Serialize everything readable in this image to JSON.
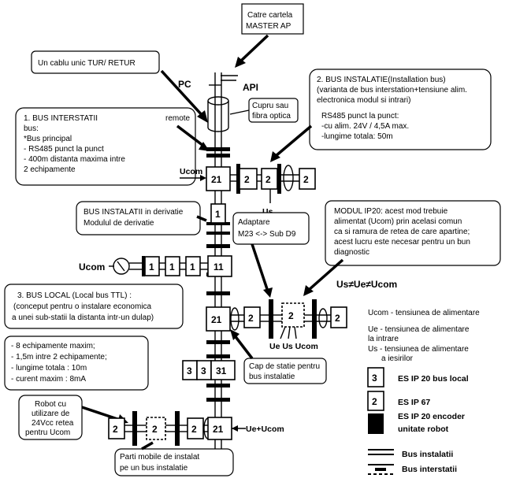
{
  "callouts": {
    "master": [
      "Catre cartela",
      "MASTER  AP"
    ],
    "cable": "Un cablu unic TUR/ RETUR",
    "bus_interstatii": [
      "1. BUS INTERSTATII",
      "remote",
      "bus:",
      "*Bus principal",
      "- RS485 punct la punct",
      "- 400m distanta maxima intre",
      "2 echipamente"
    ],
    "bus_instalatie": [
      "2. BUS INSTALATIE(Installation bus)",
      "(varianta de bus interstation+tensiune alim.",
      "electronica modul si intrari)",
      "RS485 punct la punct:",
      "-cu alim. 24V / 4,5A max.",
      "-lungime totala: 50m"
    ],
    "cupru": [
      "Cupru sau",
      "fibra optica"
    ],
    "derivatie": [
      "BUS INSTALATII in derivatie",
      "Modulul de derivatie"
    ],
    "adaptare": [
      "Adaptare",
      "M23 <-> Sub D9"
    ],
    "modul_ip20": [
      "MODUL IP20: acest mod trebuie",
      "alimentat (Ucom) prin acelasi comun",
      "ca si ramura de retea de care apartine;",
      "acest lucru este necesar pentru un bun",
      "diagnostic"
    ],
    "bus_local": [
      "3. BUS LOCAL (Local bus TTL) :",
      "(conceput pentru o instalare economica",
      "a unei sub-statii la distanta intr-un dulap)"
    ],
    "specs": [
      "- 8 echipamente maxim;",
      "- 1,5m intre 2 echipamente;",
      "- lungime totala : 10m",
      "- curent maxim : 8mA"
    ],
    "cap_statie": [
      "Cap de statie pentru",
      "bus instalatie"
    ],
    "robot": [
      "Robot cu",
      "utilizare de",
      "24Vcc retea",
      "pentru Ucom"
    ],
    "parti_mobile": [
      "Parti mobile de instalat",
      "pe un bus instalatie"
    ]
  },
  "labels": {
    "pc": "PC",
    "api": "API",
    "ucom": "Ucom",
    "us": "Us",
    "formula": "Us≠Ue≠Ucom",
    "ue_us_ucom": "Ue Us Ucom",
    "ue_plus_ucom": "Ue+Ucom"
  },
  "modules": {
    "m21": "21",
    "m2": "2",
    "m1": "1",
    "m11": "11",
    "m3": "3",
    "m31": "31"
  },
  "legend": {
    "ucom_def": "Ucom - tensiunea de alimentare",
    "ue_def": [
      "Ue - tensiunea de alimentare",
      "la intrare"
    ],
    "us_def": [
      "Us - tensiunea de alimentare",
      "a iesirilor"
    ],
    "items": [
      {
        "symbol": "3",
        "label": "ES IP 20 bus local"
      },
      {
        "symbol": "2",
        "label": "ES IP 67"
      },
      {
        "symbol": "",
        "label": "ES IP 20 encoder"
      }
    ],
    "encoder_second": "unitate robot",
    "bus_instalatii": "Bus  instalatii",
    "bus_interstatii": "Bus  interstatii"
  }
}
